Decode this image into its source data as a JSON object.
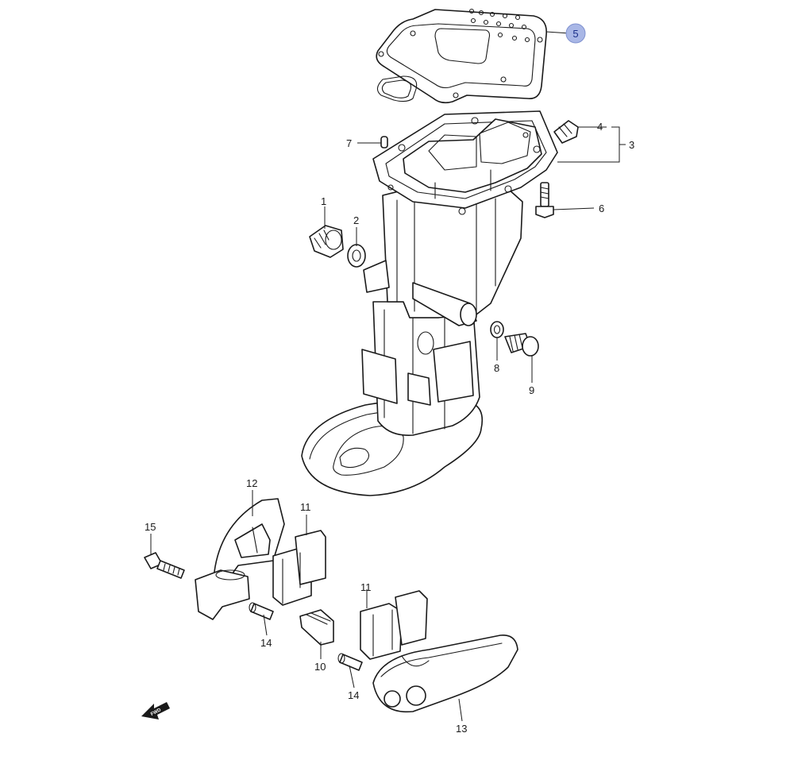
{
  "diagram": {
    "selected_callout": "5",
    "highlight_color": "#a9b7e6",
    "callouts": {
      "c1": "1",
      "c2": "2",
      "c3": "3",
      "c4": "4",
      "c5": "5",
      "c6": "6",
      "c7": "7",
      "c8": "8",
      "c9": "9",
      "c10": "10",
      "c11a": "11",
      "c11b": "11",
      "c12": "12",
      "c13": "13",
      "c14a": "14",
      "c14b": "14",
      "c15": "15"
    },
    "fwd_marker": "FWD"
  }
}
